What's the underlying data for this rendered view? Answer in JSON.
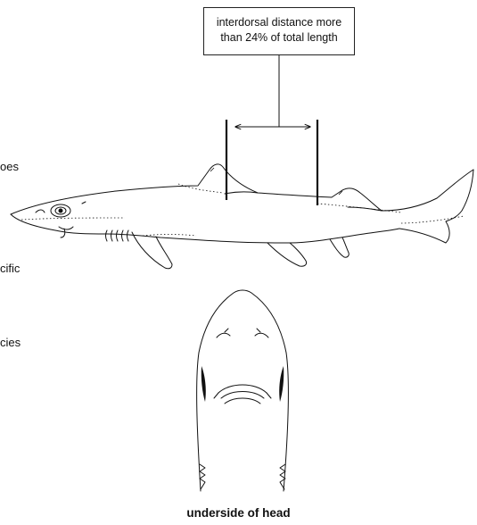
{
  "callout": {
    "line1": "interdorsal distance more",
    "line2": "than 24% of total length"
  },
  "left_text_fragments": [
    "oes",
    "cific",
    "cies"
  ],
  "caption": "underside of head",
  "icons": [
    "shark-lateral-drawing",
    "shark-head-ventral-drawing"
  ]
}
